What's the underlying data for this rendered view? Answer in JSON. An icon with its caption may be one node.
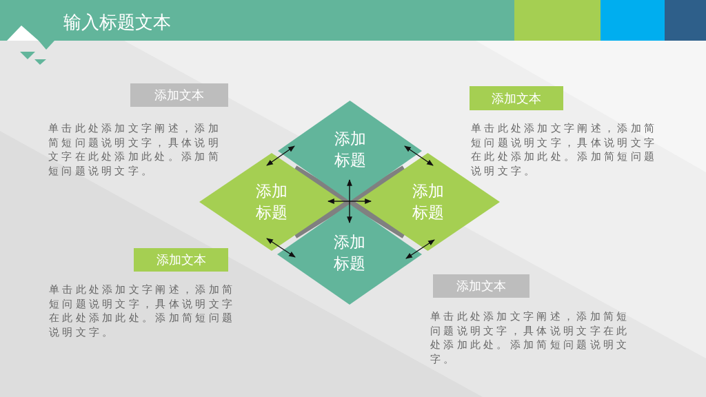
{
  "diagram": {
    "title": "输入标题文本",
    "nodes": [
      {
        "text": [
          "添加标题"
        ]
      },
      {
        "text": [
          "添加标题"
        ]
      },
      {
        "text": [
          "添加标题"
        ]
      },
      {
        "text": [
          "添加标题"
        ]
      },
      {
        "text": [
          "添加文本"
        ]
      },
      {
        "text": [
          "添加文本"
        ]
      },
      {
        "text": [
          "添加文本"
        ]
      },
      {
        "text": [
          "添加文本"
        ]
      }
    ],
    "edges": [
      {
        "from": 0,
        "to": 1,
        "arrow": "both"
      },
      {
        "from": 0,
        "to": 2,
        "arrow": "both"
      },
      {
        "from": 1,
        "to": 3,
        "arrow": "both"
      },
      {
        "from": 2,
        "to": 3,
        "arrow": "both"
      }
    ],
    "labels": [
      "单击此处添加文字阐述，添加简短问题说明文字，具体说明文字在此处添加此处。添加简短问题说明文字。",
      "单击此处添加文字阐述，添加简短问题说明文字，具体说明文字在此处添加此处。添加简短问题说明文字。",
      "单击此处添加文字阐述，添加简短问题说明文字，具体说明文字在此处添加此处。添加简短问题说明文字。",
      "单击此处添加文字阐述，添加简短问题说明文字，具体说明文字在此处添加此处。添加简短问题说明文字。"
    ]
  }
}
